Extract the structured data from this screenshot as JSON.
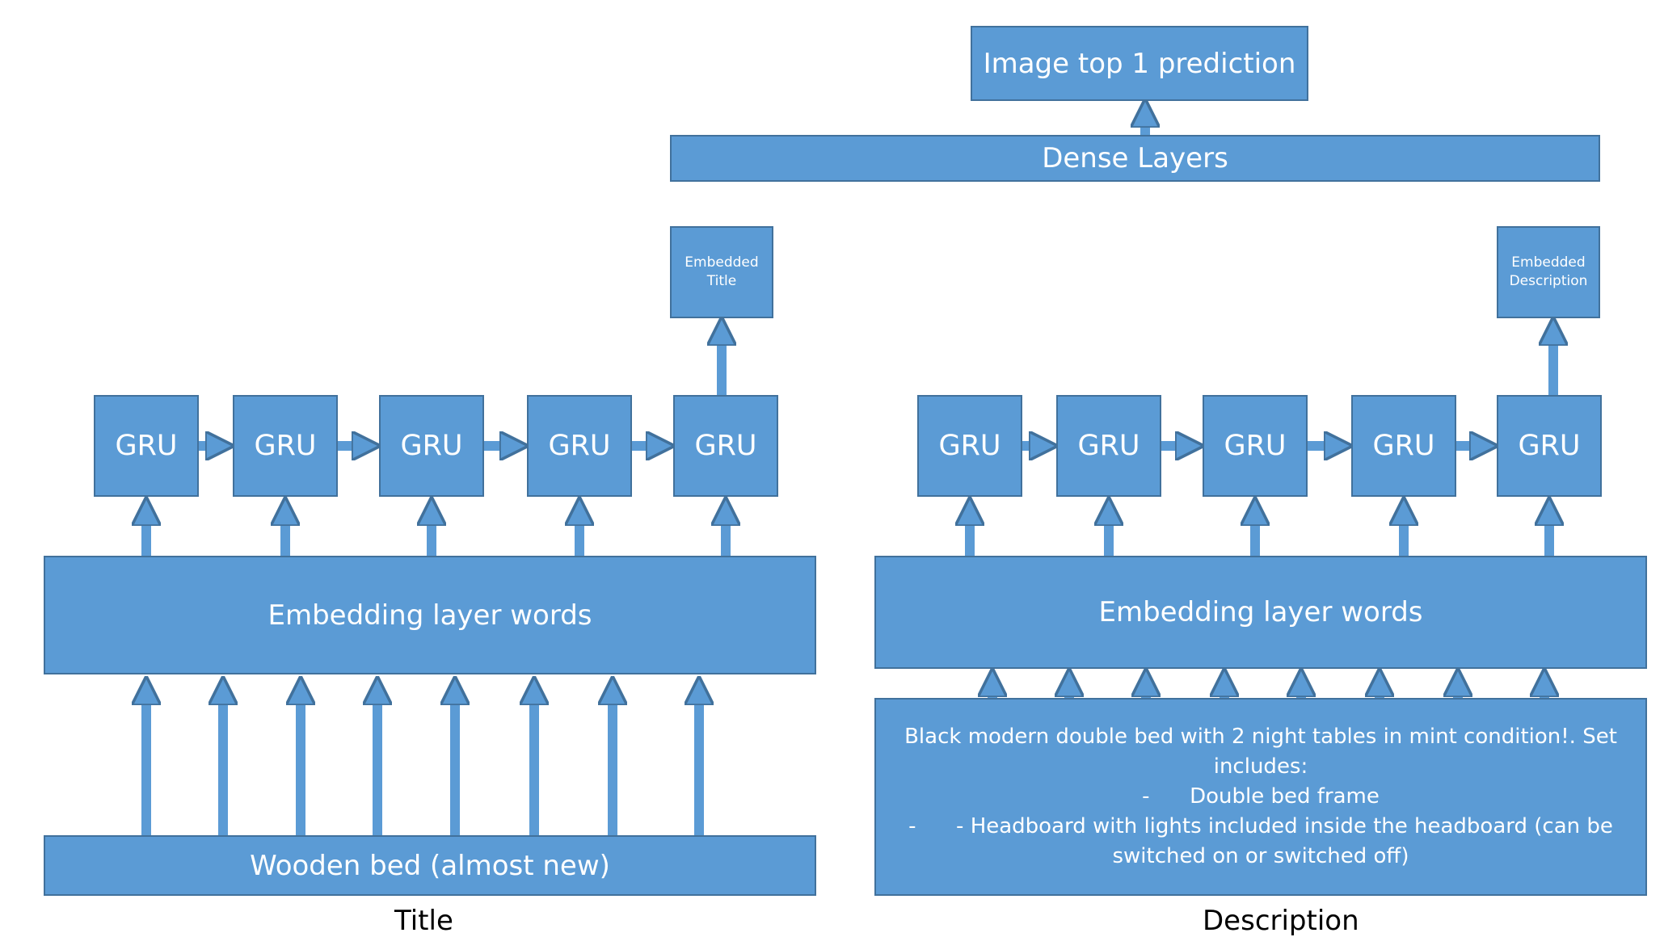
{
  "left": {
    "input_text": "Wooden bed (almost new)",
    "embedding_label": "Embedding layer words",
    "gru_labels": [
      "GRU",
      "GRU",
      "GRU",
      "GRU",
      "GRU"
    ],
    "output_label": "Embedded Title",
    "caption": "Title"
  },
  "right": {
    "input_lines": [
      "Black modern double bed with 2 night tables in mint condition!. Set",
      "includes:",
      "-      Double bed frame",
      "-      - Headboard with lights included inside the headboard (can be",
      "switched on or switched off)"
    ],
    "embedding_label": "Embedding layer words",
    "gru_labels": [
      "GRU",
      "GRU",
      "GRU",
      "GRU",
      "GRU"
    ],
    "output_label": "Embedded Description",
    "caption": "Description"
  },
  "dense_label": "Dense Layers",
  "prediction_label": "Image top 1 prediction",
  "colors": {
    "box_fill": "#5b9bd5",
    "box_border": "#41719c",
    "text": "#ffffff"
  }
}
